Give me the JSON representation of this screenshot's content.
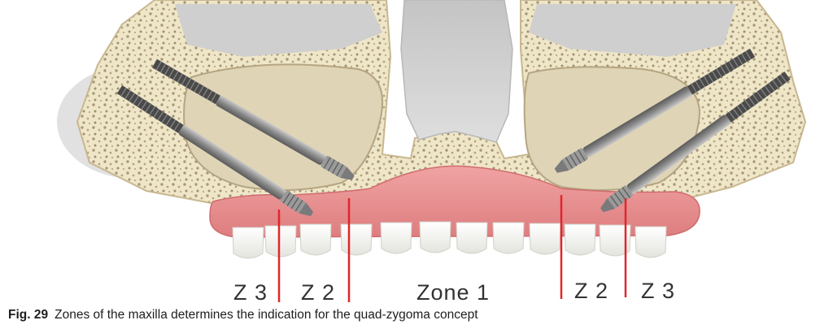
{
  "figure": {
    "zone_labels": {
      "left_z3": "Z 3",
      "left_z2": "Z 2",
      "center": "Zone 1",
      "right_z2": "Z 2",
      "right_z3": "Z 3"
    },
    "caption": {
      "number": "Fig. 29",
      "text": "Zones of the maxilla determines the indication for the quad-zygoma concept"
    },
    "colors": {
      "bone": "#ece2c4",
      "sinus": "#ddd4ba",
      "cavity": "#d2d2d2",
      "gum": "#e88a8a",
      "tooth": "#f7f7f4",
      "implant": "#8e8e8e",
      "zone_line": "#e0262b"
    },
    "illustration_elements": [
      "maxilla-bone",
      "maxillary-sinus",
      "nasal-cavity",
      "orbit",
      "denture-gingiva",
      "teeth",
      "zygomatic-implant"
    ]
  }
}
